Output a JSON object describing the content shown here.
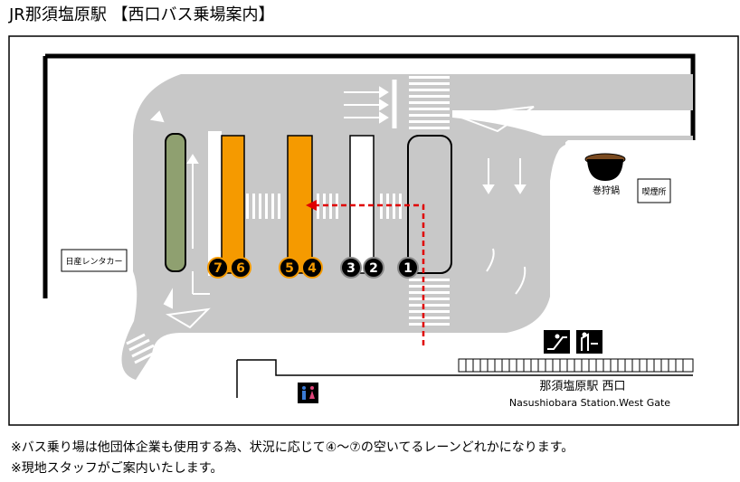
{
  "title": "JR那須塩原駅 【西口バス乗場案内】",
  "notes": [
    "※バス乗り場は他団体企業も使用する為、状況に応じて④～⑦の空いてるレーンどれかになります。",
    "※現地スタッフがご案内いたします。"
  ],
  "map": {
    "landmarks": {
      "rental_car": "日産レンタカー",
      "makigarinabe": "巻狩鍋",
      "smoking_area": "喫煙所",
      "station_name": "那須塩原駅 西口",
      "station_name_en": "Nasushiobara Station.West Gate"
    },
    "stops": [
      {
        "number": "1",
        "color": "#000000"
      },
      {
        "number": "2",
        "color": "#000000"
      },
      {
        "number": "3",
        "color": "#000000"
      },
      {
        "number": "4",
        "color": "#f59a00"
      },
      {
        "number": "5",
        "color": "#f59a00"
      },
      {
        "number": "6",
        "color": "#f59a00"
      },
      {
        "number": "7",
        "color": "#f59a00"
      }
    ],
    "colors": {
      "road": "#c8c8c8",
      "lane_orange": "#f59a00",
      "lane_green": "#8fa070",
      "lane_white": "#ffffff",
      "lane_gray": "#c8c8c8",
      "route_red": "#e00000"
    },
    "icons": [
      "escalator-icon",
      "elevator-icon",
      "restroom-icon",
      "pot-icon"
    ]
  }
}
